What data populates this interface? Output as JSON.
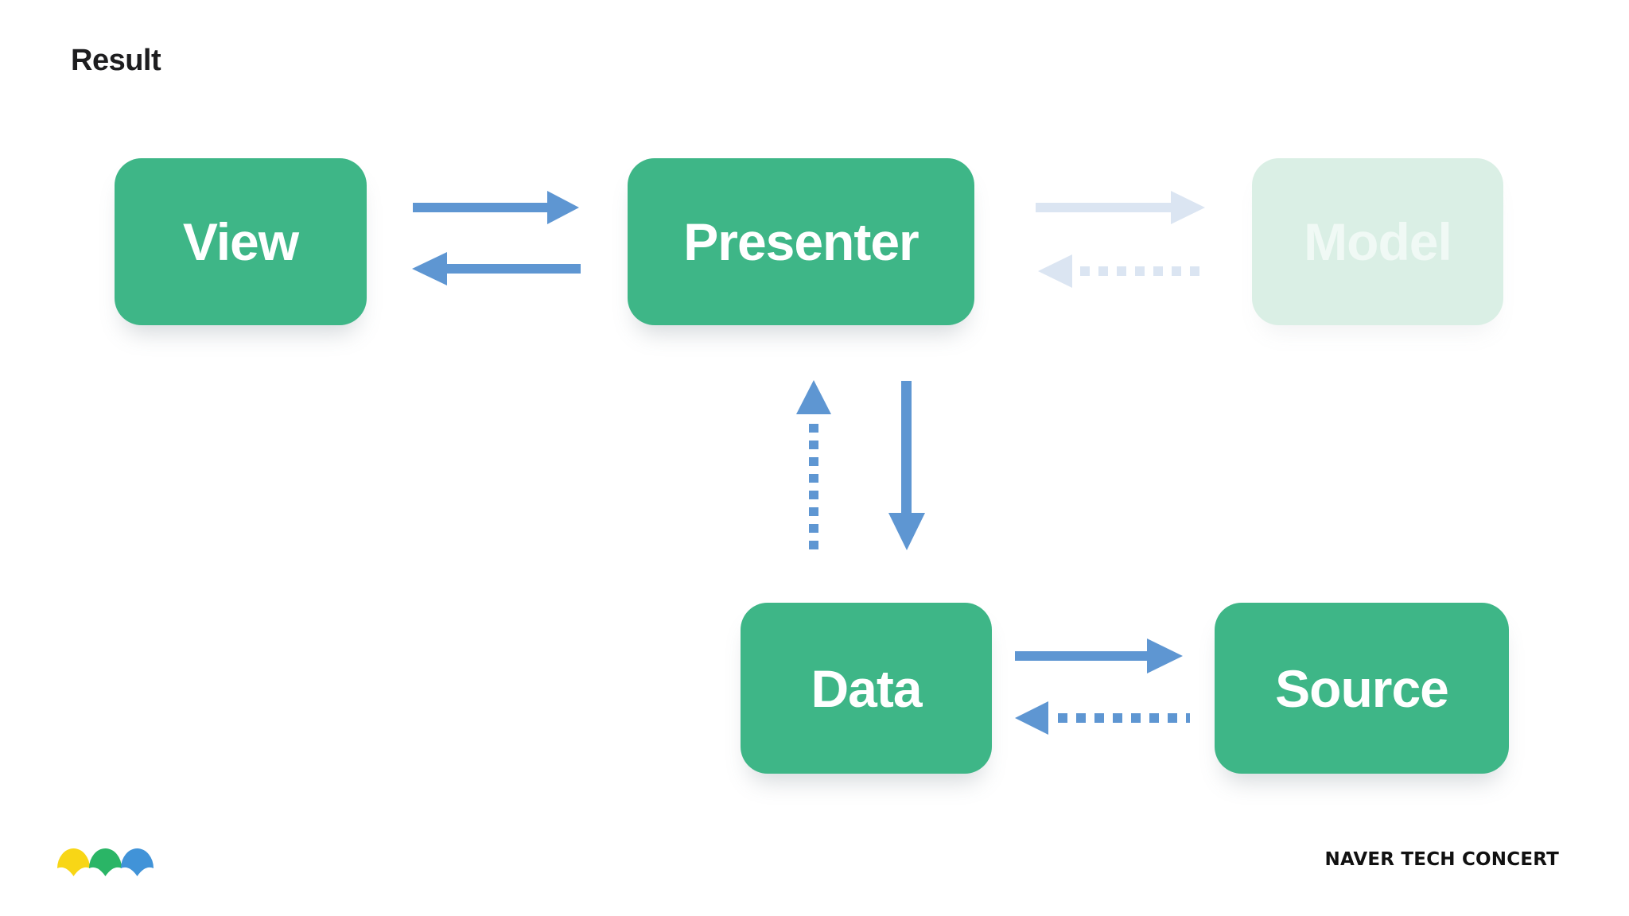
{
  "slide": {
    "title": "Result",
    "footer_brand": "NAVER TECH CONCERT"
  },
  "diagram": {
    "pattern": "MVP architecture with data source",
    "nodes": [
      {
        "id": "view",
        "label": "View",
        "state": "active"
      },
      {
        "id": "presenter",
        "label": "Presenter",
        "state": "active"
      },
      {
        "id": "model",
        "label": "Model",
        "state": "inactive-faded"
      },
      {
        "id": "data",
        "label": "Data",
        "state": "active"
      },
      {
        "id": "source",
        "label": "Source",
        "state": "active"
      }
    ],
    "edges": [
      {
        "from": "view",
        "to": "presenter",
        "style": "solid",
        "state": "active"
      },
      {
        "from": "presenter",
        "to": "view",
        "style": "solid",
        "state": "active"
      },
      {
        "from": "presenter",
        "to": "model",
        "style": "solid",
        "state": "faded"
      },
      {
        "from": "model",
        "to": "presenter",
        "style": "dotted",
        "state": "faded"
      },
      {
        "from": "presenter",
        "to": "data",
        "style": "solid",
        "state": "active"
      },
      {
        "from": "data",
        "to": "presenter",
        "style": "dotted",
        "state": "active"
      },
      {
        "from": "data",
        "to": "source",
        "style": "solid",
        "state": "active"
      },
      {
        "from": "source",
        "to": "data",
        "style": "dotted",
        "state": "active"
      }
    ]
  },
  "colors": {
    "background": "#ffffff",
    "node_active": "#3eb687",
    "node_inactive": "#daefe5",
    "node_label": "#ffffff",
    "arrow_active": "#5e96d2",
    "arrow_faded": "#dbe5f2",
    "title_text": "#1d1d1f",
    "footer_text": "#111111"
  },
  "logo": {
    "name": "naver-tech-concert-logo",
    "petal_colors": [
      "#f8d616",
      "#2ab566",
      "#4193d8"
    ]
  }
}
